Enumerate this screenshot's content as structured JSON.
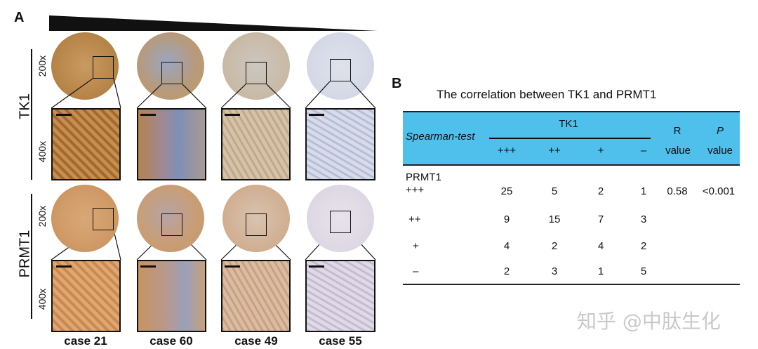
{
  "panel_a": {
    "letter": "A",
    "group_tk1": "TK1",
    "group_prmt1": "PRMT1",
    "mag_low": "200x",
    "mag_high": "400x",
    "cases": [
      "case 21",
      "case 60",
      "case 49",
      "case 55"
    ]
  },
  "panel_b": {
    "letter": "B",
    "title": "The correlation between TK1 and PRMT1",
    "header": {
      "test": "Spearman-test",
      "tk1": "TK1",
      "levels": [
        "+++",
        "++",
        "+",
        "–"
      ],
      "r_top": "R",
      "r_bottom": "value",
      "p_top": "P",
      "p_bottom": "value"
    },
    "prmt1_label": "PRMT1",
    "rows": [
      {
        "label": "+++",
        "values": [
          "25",
          "5",
          "2",
          "1"
        ],
        "r": "0.58",
        "p": "<0.001"
      },
      {
        "label": "++",
        "values": [
          "9",
          "15",
          "7",
          "3"
        ],
        "r": "",
        "p": ""
      },
      {
        "label": "+",
        "values": [
          "4",
          "2",
          "4",
          "2"
        ],
        "r": "",
        "p": ""
      },
      {
        "label": "–",
        "values": [
          "2",
          "3",
          "1",
          "5"
        ],
        "r": "",
        "p": ""
      }
    ]
  },
  "watermark": "知乎 @中肽生化"
}
